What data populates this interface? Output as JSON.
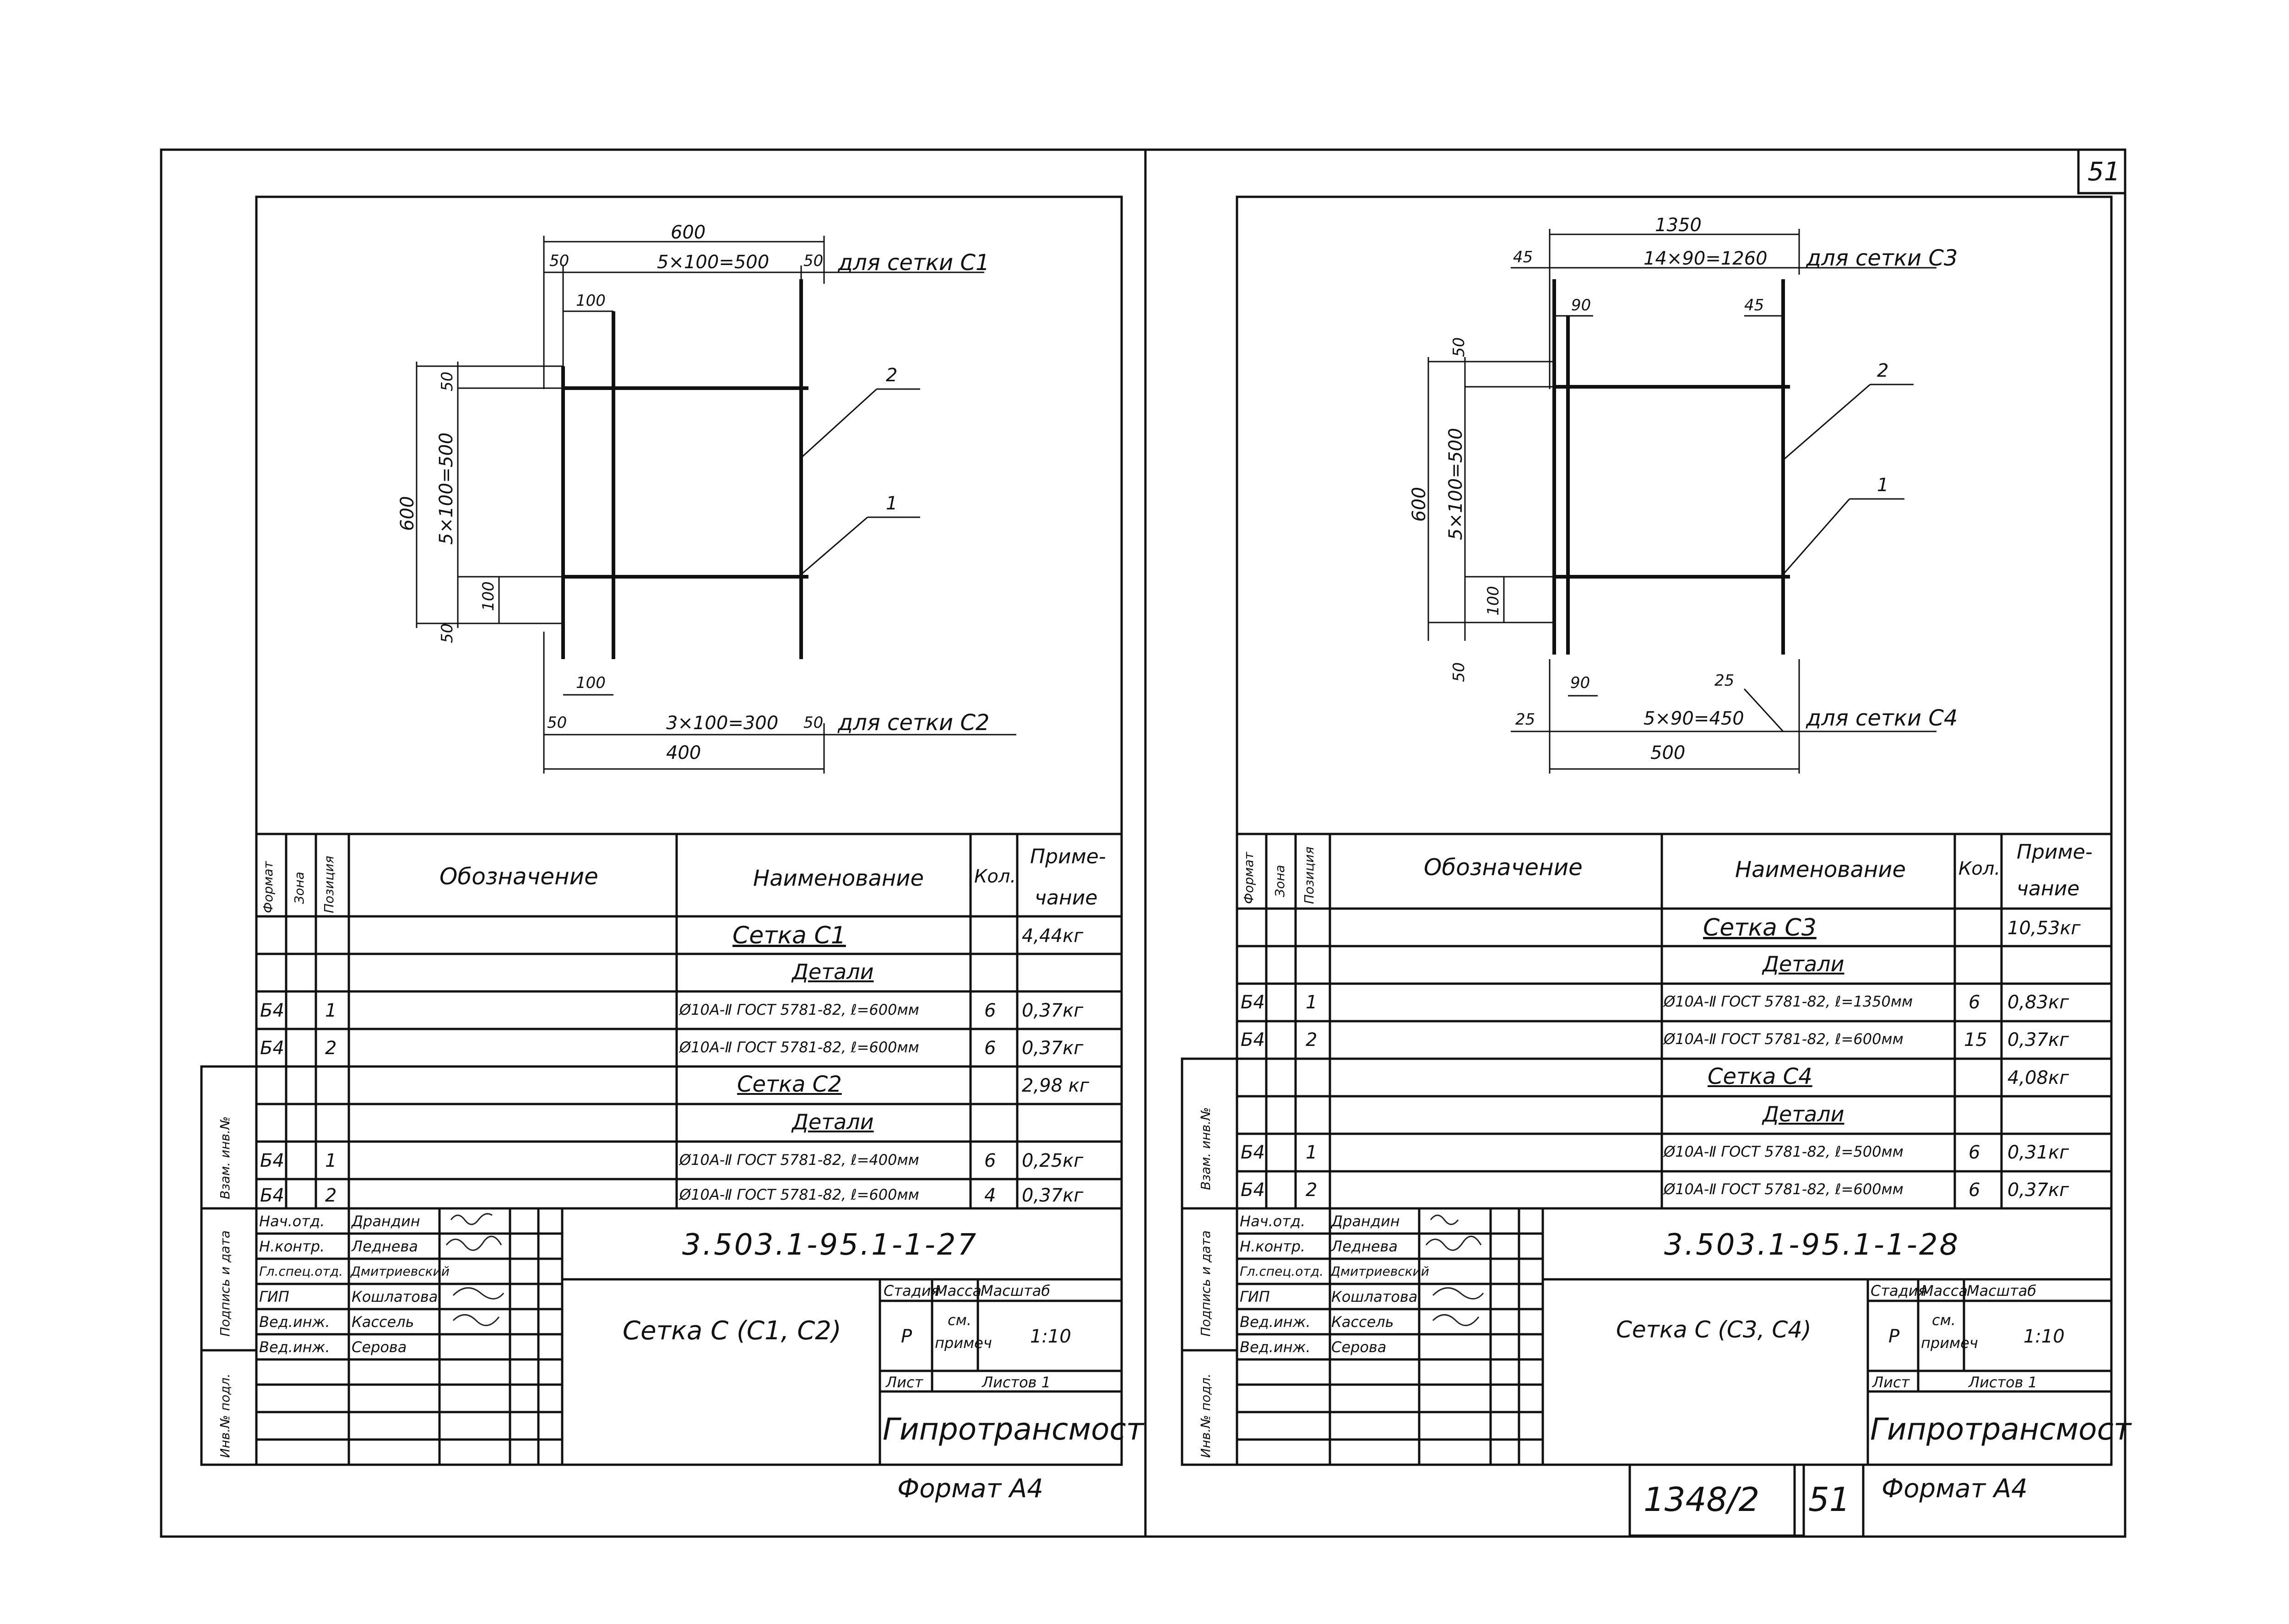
{
  "page_number": "51",
  "stamp": {
    "archive_no": "1348/2",
    "page": "51"
  },
  "sheets": [
    {
      "drawing": {
        "dims": {
          "top_total": "600",
          "top_left": "50",
          "top_mid": "5×100=500",
          "top_right": "50",
          "top_label": "для сетки С1",
          "top_inner": "100",
          "left_total": "600",
          "left_mid": "5×100=500",
          "left_top": "50",
          "left_bot": "50",
          "left_inner": "100",
          "bot_inner": "100",
          "bot_left": "50",
          "bot_mid": "3×100=300",
          "bot_right": "50",
          "bot_label": "для сетки С2",
          "bot_total": "400",
          "pos2": "2",
          "pos1": "1"
        }
      },
      "spec": {
        "headers": {
          "format": "Формат",
          "zone": "Зона",
          "pos": "Позиция",
          "designation": "Обозначение",
          "name": "Наименование",
          "qty": "Кол.",
          "note1": "Приме-",
          "note2": "чание"
        },
        "rows": [
          {
            "fmt": "",
            "pos": "",
            "name": "Сетка С1",
            "qty": "",
            "note": "4,44кг",
            "underline": true
          },
          {
            "fmt": "",
            "pos": "",
            "name": "Детали",
            "qty": "",
            "note": "",
            "underline": true
          },
          {
            "fmt": "Б4",
            "pos": "1",
            "name": "Ø10А-Ⅱ ГОСТ 5781-82, ℓ=600мм",
            "qty": "6",
            "note": "0,37кг",
            "underline": false
          },
          {
            "fmt": "Б4",
            "pos": "2",
            "name": "Ø10А-Ⅱ ГОСТ 5781-82, ℓ=600мм",
            "qty": "6",
            "note": "0,37кг",
            "underline": false
          },
          {
            "fmt": "",
            "pos": "",
            "name": "Сетка С2",
            "qty": "",
            "note": "2,98 кг",
            "underline": true
          },
          {
            "fmt": "",
            "pos": "",
            "name": "Детали",
            "qty": "",
            "note": "",
            "underline": true
          },
          {
            "fmt": "Б4",
            "pos": "1",
            "name": "Ø10А-Ⅱ ГОСТ 5781-82, ℓ=400мм",
            "qty": "6",
            "note": "0,25кг",
            "underline": false
          },
          {
            "fmt": "Б4",
            "pos": "2",
            "name": "Ø10А-Ⅱ ГОСТ 5781-82, ℓ=600мм",
            "qty": "4",
            "note": "0,37кг",
            "underline": false
          }
        ]
      },
      "side_labels": {
        "a": "Взам. инв.№",
        "b": "Подпись и дата",
        "c": "Инв.№ подл."
      },
      "title": {
        "code": "3.503.1-95.1-1-27",
        "name": "Сетка С (С1, С2)",
        "stage_h": "Стадия",
        "mass_h": "Масса",
        "scale_h": "Масштаб",
        "stage": "Р",
        "mass1": "см.",
        "mass2": "примеч",
        "scale": "1:10",
        "sheet_h": "Лист",
        "sheets_h": "Листов 1",
        "org": "Гипротрансмост",
        "people": [
          {
            "role": "Нач.отд.",
            "name": "Драндин"
          },
          {
            "role": "Н.контр.",
            "name": "Леднева"
          },
          {
            "role": "Гл.спец.отд.",
            "name": "Дмитриевский"
          },
          {
            "role": "ГИП",
            "name": "Кошлатова"
          },
          {
            "role": "Вед.инж.",
            "name": "Кассель"
          },
          {
            "role": "Вед.инж.",
            "name": "Серова"
          }
        ]
      },
      "format": "Формат А4"
    },
    {
      "drawing": {
        "dims": {
          "top_total": "1350",
          "top_left": "45",
          "top_mid": "14×90=1260",
          "top_right": "45",
          "top_label": "для сетки С3",
          "top_inner": "90",
          "left_total": "600",
          "left_mid": "5×100=500",
          "left_top": "50",
          "left_bot": "50",
          "left_inner": "100",
          "bot_inner": "90",
          "bot_left": "25",
          "bot_mid": "5×90=450",
          "bot_right": "25",
          "bot_label": "для сетки С4",
          "bot_total": "500",
          "pos2": "2",
          "pos1": "1"
        }
      },
      "spec": {
        "headers": {
          "format": "Формат",
          "zone": "Зона",
          "pos": "Позиция",
          "designation": "Обозначение",
          "name": "Наименование",
          "qty": "Кол.",
          "note1": "Приме-",
          "note2": "чание"
        },
        "rows": [
          {
            "fmt": "",
            "pos": "",
            "name": "Сетка С3",
            "qty": "",
            "note": "10,53кг",
            "underline": true
          },
          {
            "fmt": "",
            "pos": "",
            "name": "Детали",
            "qty": "",
            "note": "",
            "underline": true
          },
          {
            "fmt": "Б4",
            "pos": "1",
            "name": "Ø10А-Ⅱ ГОСТ 5781-82, ℓ=1350мм",
            "qty": "6",
            "note": "0,83кг",
            "underline": false
          },
          {
            "fmt": "Б4",
            "pos": "2",
            "name": "Ø10А-Ⅱ ГОСТ 5781-82, ℓ=600мм",
            "qty": "15",
            "note": "0,37кг",
            "underline": false
          },
          {
            "fmt": "",
            "pos": "",
            "name": "Сетка С4",
            "qty": "",
            "note": "4,08кг",
            "underline": true
          },
          {
            "fmt": "",
            "pos": "",
            "name": "Детали",
            "qty": "",
            "note": "",
            "underline": true
          },
          {
            "fmt": "Б4",
            "pos": "1",
            "name": "Ø10А-Ⅱ ГОСТ 5781-82, ℓ=500мм",
            "qty": "6",
            "note": "0,31кг",
            "underline": false
          },
          {
            "fmt": "Б4",
            "pos": "2",
            "name": "Ø10А-Ⅱ ГОСТ 5781-82, ℓ=600мм",
            "qty": "6",
            "note": "0,37кг",
            "underline": false
          }
        ]
      },
      "side_labels": {
        "a": "Взам. инв.№",
        "b": "Подпись и дата",
        "c": "Инв.№ подл."
      },
      "title": {
        "code": "3.503.1-95.1-1-28",
        "name": "Сетка С (С3, С4)",
        "stage_h": "Стадия",
        "mass_h": "Масса",
        "scale_h": "Масштаб",
        "stage": "Р",
        "mass1": "см.",
        "mass2": "примеч",
        "scale": "1:10",
        "sheet_h": "Лист",
        "sheets_h": "Листов 1",
        "org": "Гипротрансмост",
        "people": [
          {
            "role": "Нач.отд.",
            "name": "Драндин"
          },
          {
            "role": "Н.контр.",
            "name": "Леднева"
          },
          {
            "role": "Гл.спец.отд.",
            "name": "Дмитриевский"
          },
          {
            "role": "ГИП",
            "name": "Кошлатова"
          },
          {
            "role": "Вед.инж.",
            "name": "Кассель"
          },
          {
            "role": "Вед.инж.",
            "name": "Серова"
          }
        ]
      },
      "format": "Формат А4"
    }
  ]
}
